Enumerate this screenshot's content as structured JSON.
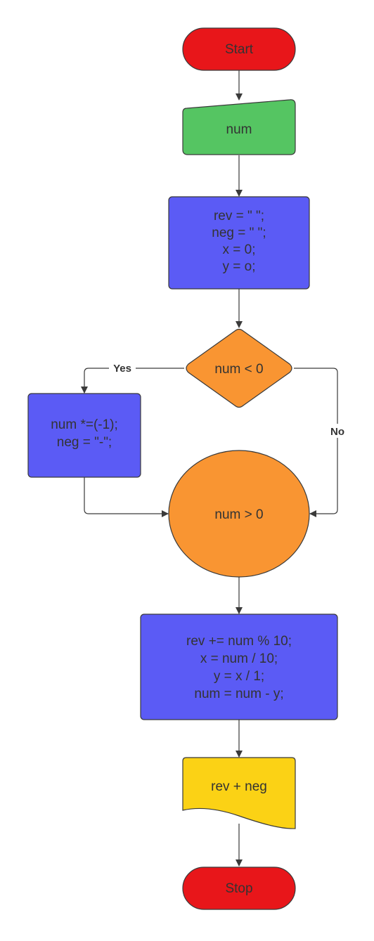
{
  "diagram": {
    "nodes": {
      "start": {
        "label": "Start",
        "fill": "#e8161a"
      },
      "input_num": {
        "label": "num",
        "fill": "#55c562"
      },
      "init_block": {
        "lines": [
          "rev = \" \";",
          "neg = \" \";",
          "x = 0;",
          "y = o;"
        ],
        "fill": "#5b5bf5"
      },
      "decision_negative": {
        "label": "num < 0",
        "fill": "#f99532"
      },
      "negate_block": {
        "lines": [
          "num *=(-1);",
          "neg = \"-\";"
        ],
        "fill": "#5b5bf5"
      },
      "loop_condition": {
        "label": "num > 0",
        "fill": "#f99532"
      },
      "loop_body": {
        "lines": [
          "rev += num % 10;",
          "x = num / 10;",
          "y = x / 1;",
          "num = num - y;"
        ],
        "fill": "#5b5bf5"
      },
      "output": {
        "label": "rev + neg",
        "fill": "#fbd215"
      },
      "stop": {
        "label": "Stop",
        "fill": "#e8161a"
      }
    },
    "edge_labels": {
      "yes": "Yes",
      "no": "No"
    },
    "colors": {
      "stroke": "#3a3a3a",
      "text": "#333333"
    }
  }
}
